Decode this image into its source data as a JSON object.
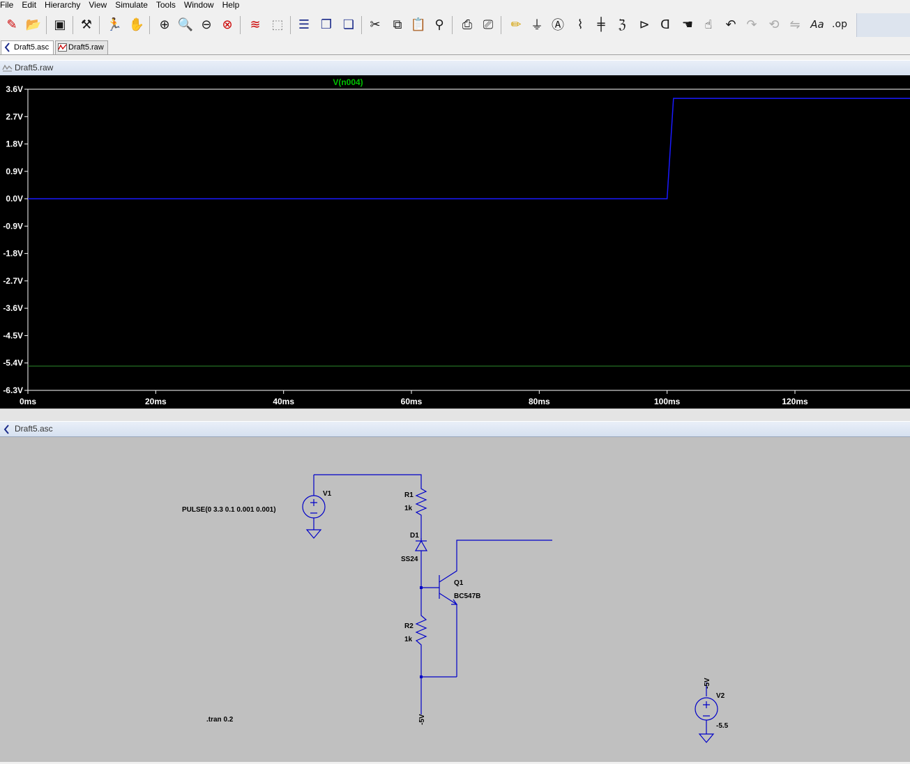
{
  "menu": [
    "File",
    "Edit",
    "Hierarchy",
    "View",
    "Simulate",
    "Tools",
    "Window",
    "Help"
  ],
  "toolbar": {
    "icons": [
      "new-schematic-icon",
      "open-icon",
      "save-icon",
      "control-panel-icon",
      "run-icon",
      "halt-icon",
      "zoom-in-icon",
      "zoom-full-icon",
      "zoom-out-icon",
      "zoom-cancel-icon",
      "autorange-icon",
      "fit-icon",
      "tile-horizontal-icon",
      "cascade-icon",
      "tile-vertical-icon",
      "cut-icon",
      "copy-icon",
      "paste-icon",
      "find-icon",
      "print-icon",
      "print-setup-icon",
      "wire-icon",
      "ground-icon",
      "label-icon",
      "resistor-icon",
      "capacitor-icon",
      "inductor-icon",
      "diode-icon",
      "component-icon",
      "move-icon",
      "drag-icon",
      "undo-icon",
      "redo-icon",
      "rotate-icon",
      "mirror-icon",
      "text-icon",
      "spice-directive-icon"
    ]
  },
  "tabs": [
    {
      "label": "Draft5.asc",
      "active": true
    },
    {
      "label": "Draft5.raw",
      "active": false
    }
  ],
  "waveform": {
    "panel_title": "Draft5.raw",
    "trace_label": "V(n004)",
    "trace_color": "#00c000",
    "curve_color": "#1a1aff",
    "chart_data": {
      "type": "line",
      "ylim": [
        -6.3,
        3.6
      ],
      "xlim": [
        0,
        138
      ],
      "y_ticks": [
        "3.6V",
        "2.7V",
        "1.8V",
        "0.9V",
        "0.0V",
        "-0.9V",
        "-1.8V",
        "-2.7V",
        "-3.6V",
        "-4.5V",
        "-5.4V",
        "-6.3V"
      ],
      "x_ticks": [
        "0ms",
        "20ms",
        "40ms",
        "60ms",
        "80ms",
        "100ms",
        "120ms"
      ],
      "series": [
        {
          "name": "V(n004)",
          "x": [
            0,
            100,
            101,
            138
          ],
          "y": [
            0.0,
            0.0,
            3.3,
            3.3
          ]
        }
      ],
      "reference_line_y": -5.5
    }
  },
  "schematic": {
    "panel_title": "Draft5.asc",
    "v1": {
      "name": "V1",
      "value": "PULSE(0 3.3 0.1 0.001 0.001)"
    },
    "r1": {
      "name": "R1",
      "value": "1k"
    },
    "d1": {
      "name": "D1",
      "value": "SS24"
    },
    "q1": {
      "name": "Q1",
      "value": "BC547B"
    },
    "r2": {
      "name": "R2",
      "value": "1k"
    },
    "net_minus5": "-5V",
    "v2": {
      "name": "V2",
      "value": "-5.5",
      "net": "-5V"
    },
    "directive": ".tran 0.2"
  }
}
